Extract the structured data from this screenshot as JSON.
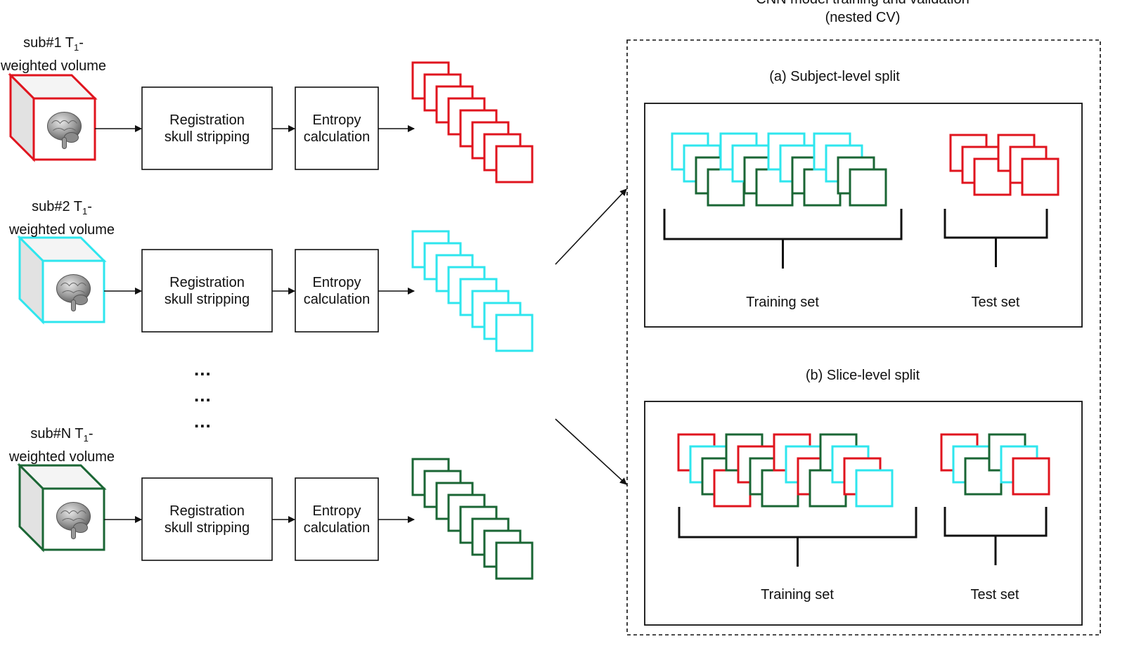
{
  "colors": {
    "sub1": "#e0141e",
    "sub2": "#2ee6ee",
    "subN": "#1a6634",
    "line": "#111111"
  },
  "subjects": [
    {
      "id": "sub1",
      "label_a": "sub#1 T",
      "label_sub": "1",
      "label_b": "-",
      "label_c": "weighted volume"
    },
    {
      "id": "sub2",
      "label_a": "sub#2 T",
      "label_sub": "1",
      "label_b": "-",
      "label_c": "weighted volume"
    },
    {
      "id": "subN",
      "label_a": "sub#N T",
      "label_sub": "1",
      "label_b": "-",
      "label_c": "weighted volume"
    }
  ],
  "steps": {
    "registration_line1": "Registration",
    "registration_line2": "skull stripping",
    "entropy_line1": "Entropy",
    "entropy_line2": "calculation"
  },
  "ellipsis": [
    "...",
    "...",
    "..."
  ],
  "right_panel": {
    "title_line1": "CNN model training and validation",
    "title_line2": "(nested CV)",
    "split_a_title": "(a) Subject-level split",
    "split_b_title": "(b) Slice-level split",
    "training_label": "Training set",
    "test_label": "Test set"
  },
  "brain_icon": "brain-icon"
}
